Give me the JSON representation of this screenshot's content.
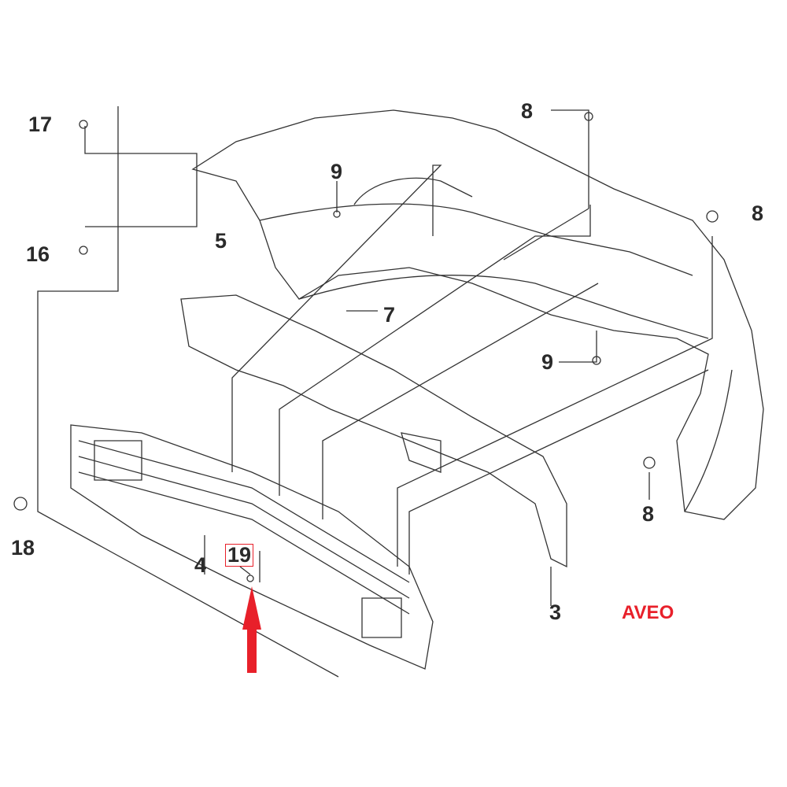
{
  "diagram": {
    "callouts": [
      {
        "id": "17",
        "label": "17"
      },
      {
        "id": "16",
        "label": "16"
      },
      {
        "id": "5",
        "label": "5"
      },
      {
        "id": "9a",
        "label": "9"
      },
      {
        "id": "7",
        "label": "7"
      },
      {
        "id": "8a",
        "label": "8"
      },
      {
        "id": "8b",
        "label": "8"
      },
      {
        "id": "9b",
        "label": "9"
      },
      {
        "id": "8c",
        "label": "8"
      },
      {
        "id": "18",
        "label": "18"
      },
      {
        "id": "4",
        "label": "4"
      },
      {
        "id": "19",
        "label": "19"
      },
      {
        "id": "3",
        "label": "3"
      }
    ],
    "model_label": "AVEO",
    "highlight_color": "#e8202a",
    "line_color": "#333333"
  }
}
